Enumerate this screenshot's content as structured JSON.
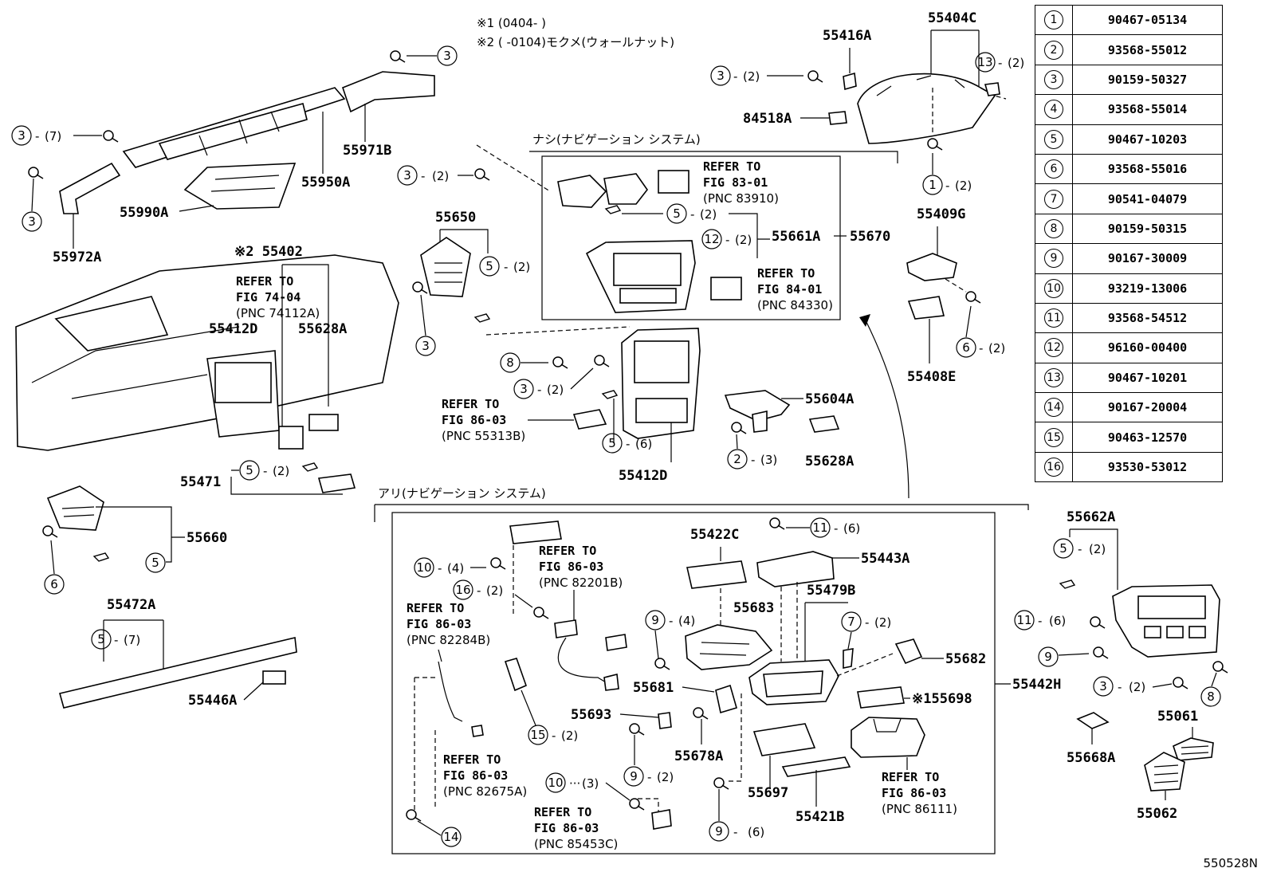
{
  "notes": {
    "n1": "※1 (0404-    )",
    "n2": "※2 (    -0104)モクメ(ウォールナット)"
  },
  "sections": {
    "without_nav": "ナシ(ナビゲーション システム)",
    "with_nav": "アリ(ナビゲーション システム)"
  },
  "legend": [
    {
      "num": "1",
      "pn": "90467-05134"
    },
    {
      "num": "2",
      "pn": "93568-55012"
    },
    {
      "num": "3",
      "pn": "90159-50327"
    },
    {
      "num": "4",
      "pn": "93568-55014"
    },
    {
      "num": "5",
      "pn": "90467-10203"
    },
    {
      "num": "6",
      "pn": "93568-55016"
    },
    {
      "num": "7",
      "pn": "90541-04079"
    },
    {
      "num": "8",
      "pn": "90159-50315"
    },
    {
      "num": "9",
      "pn": "90167-30009"
    },
    {
      "num": "10",
      "pn": "93219-13006"
    },
    {
      "num": "11",
      "pn": "93568-54512"
    },
    {
      "num": "12",
      "pn": "96160-00400"
    },
    {
      "num": "13",
      "pn": "90467-10201"
    },
    {
      "num": "14",
      "pn": "90167-20004"
    },
    {
      "num": "15",
      "pn": "90463-12570"
    },
    {
      "num": "16",
      "pn": "93530-53012"
    }
  ],
  "labels": {
    "p55404C": "55404C",
    "p55416A": "55416A",
    "p84518A": "84518A",
    "p55409G": "55409G",
    "p55408E": "55408E",
    "p55971B": "55971B",
    "p55950A": "55950A",
    "p55990A": "55990A",
    "p55972A": "55972A",
    "p55402": "※2 55402",
    "p55412D_a": "55412D",
    "p55628A_a": "55628A",
    "p55471": "55471",
    "p55650": "55650",
    "p55661A": "55661A",
    "p55670": "55670",
    "p55604A": "55604A",
    "p55628A_b": "55628A",
    "p55412D_b": "55412D",
    "p55660": "55660",
    "p55472A": "55472A",
    "p55446A": "55446A",
    "p55422C": "55422C",
    "p55443A": "55443A",
    "p55683": "55683",
    "p55479B": "55479B",
    "p55682": "55682",
    "p55442H": "55442H",
    "p55681": "55681",
    "p55698": "※155698",
    "p55693": "55693",
    "p55678A": "55678A",
    "p55697": "55697",
    "p55421B": "55421B",
    "p55662A": "55662A",
    "p55061": "55061",
    "p55668A": "55668A",
    "p55062": "55062"
  },
  "qty": {
    "q2": "(2)",
    "q3": "(3)",
    "q4": "(4)",
    "q6": "(6)",
    "q7": "(7)"
  },
  "refs": {
    "r8301": {
      "a": "REFER TO",
      "b": "FIG 83-01",
      "c": "(PNC 83910)"
    },
    "r8401": {
      "a": "REFER TO",
      "b": "FIG 84-01",
      "c": "(PNC 84330)"
    },
    "r7404": {
      "a": "REFER TO",
      "b": "FIG 74-04",
      "c": "(PNC 74112A)"
    },
    "r55313": {
      "a": "REFER TO",
      "b": "FIG 86-03",
      "c": "(PNC 55313B)"
    },
    "r82201": {
      "a": "REFER TO",
      "b": "FIG 86-03",
      "c": "(PNC 82201B)"
    },
    "r82284": {
      "a": "REFER TO",
      "b": "FIG 86-03",
      "c": "(PNC 82284B)"
    },
    "r82675": {
      "a": "REFER TO",
      "b": "FIG 86-03",
      "c": "(PNC 82675A)"
    },
    "r85453": {
      "a": "REFER TO",
      "b": "FIG 86-03",
      "c": "(PNC 85453C)"
    },
    "r86111": {
      "a": "REFER TO",
      "b": "FIG 86-03",
      "c": "(PNC 86111)"
    }
  },
  "figure_code": "550528N"
}
